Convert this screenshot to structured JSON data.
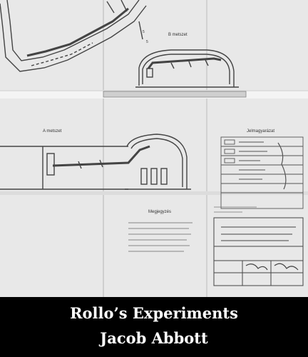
{
  "book": {
    "title": "Rollo’s Experiments",
    "author": "Jacob Abbott"
  },
  "drawing": {
    "section_b": "B metszet",
    "section_a": "A metszet",
    "legend_title": "Jelmagyarázat",
    "notes_title": "Megjegyzés"
  },
  "colors": {
    "band": "#000000",
    "paper": "#e9e9e9",
    "ink": "#333333"
  }
}
